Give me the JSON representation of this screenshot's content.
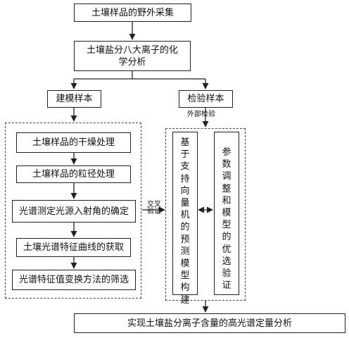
{
  "flow": {
    "step1": "土壤样品的野外采集",
    "step2": "土壤盐分八大离子的化学分析",
    "modeling_sample": "建模样本",
    "validation_sample": "检验样本",
    "external_validation": "外部检验",
    "cross_validation": "交叉验证",
    "processing": [
      "土壤样品的干燥处理",
      "土壤样品的粒径处理",
      "光谱测定光源入射角的确定",
      "土壤光谱特征曲线的获取",
      "光谱特征值变换方法的筛选"
    ],
    "svm_build": "基于支持向量机的预测模型构建",
    "param_opt": "参数调整和模型的优选验证",
    "final": "实现土壤盐分离子含量的高光谱定量分析"
  }
}
